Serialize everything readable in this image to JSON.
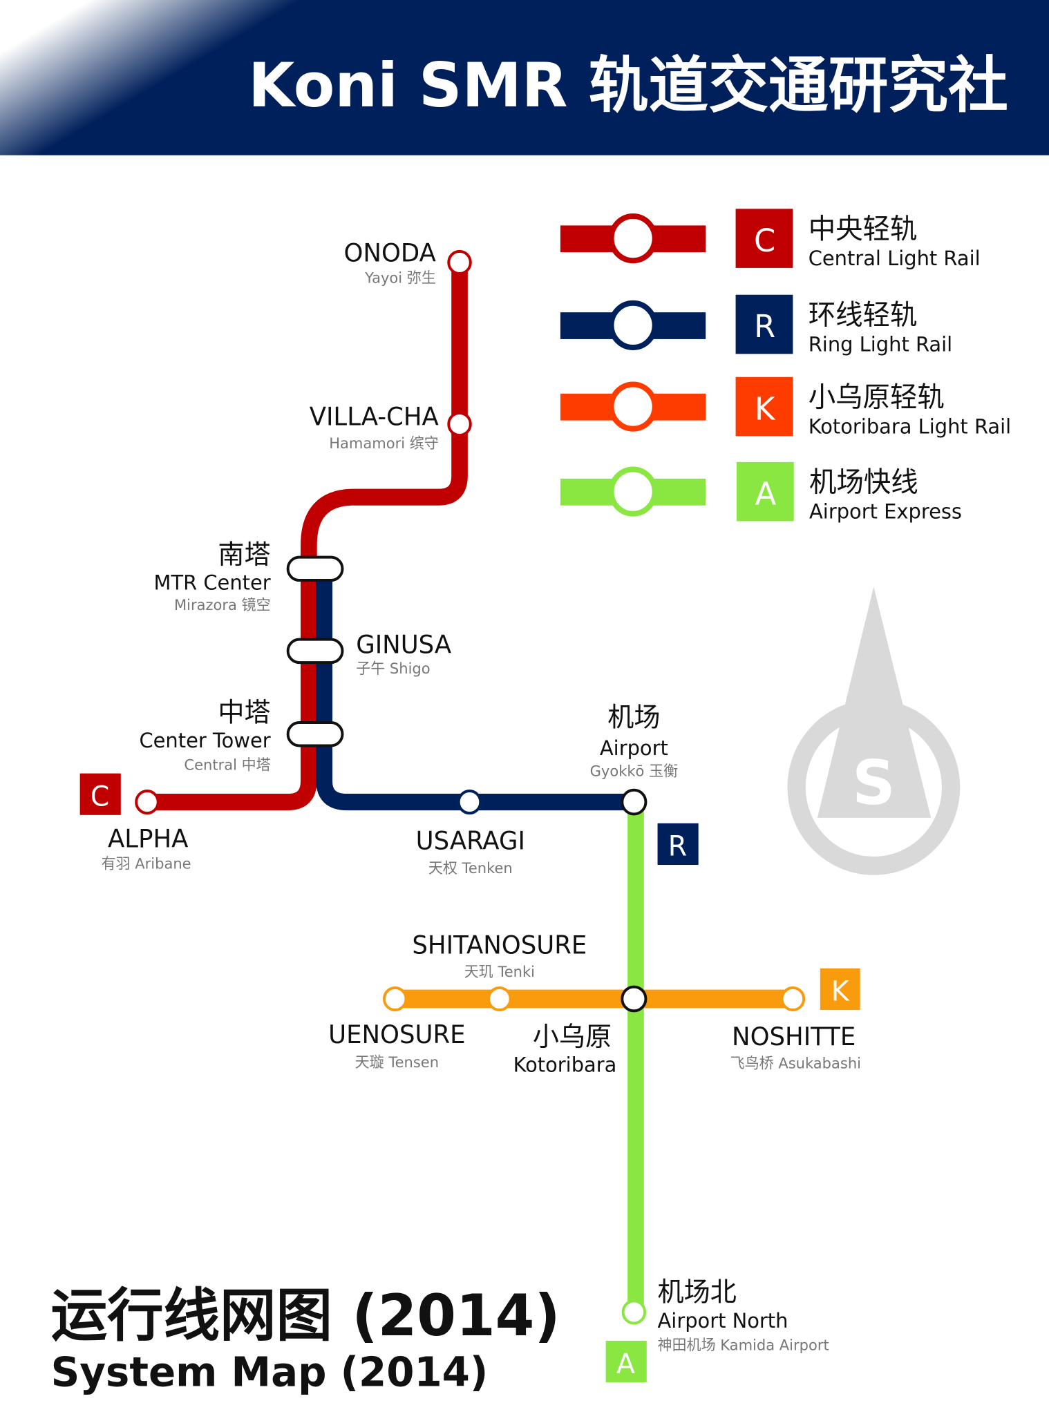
{
  "header": {
    "title": "Koni SMR 轨道交通研究社"
  },
  "colors": {
    "central": "#c00000",
    "ring": "#00205b",
    "kotoribara_legend": "#ff3c00",
    "kotoribara_line": "#f89c0e",
    "airport": "#8ae640",
    "header": "#00205b",
    "compass": "#d9d9d9"
  },
  "legend": [
    {
      "code": "C",
      "name_cn": "中央轻轨",
      "name_en": "Central Light Rail"
    },
    {
      "code": "R",
      "name_cn": "环线轻轨",
      "name_en": "Ring Light Rail"
    },
    {
      "code": "K",
      "name_cn": "小乌原轻轨",
      "name_en": "Kotoribara Light Rail"
    },
    {
      "code": "A",
      "name_cn": "机场快线",
      "name_en": "Airport Express"
    }
  ],
  "stations": {
    "onoda": {
      "name": "ONODA",
      "sub": "Yayoi 弥生"
    },
    "villacha": {
      "name": "VILLA-CHA",
      "sub": "Hamamori 缤守"
    },
    "nanta": {
      "cn": "南塔",
      "en": "MTR Center",
      "sub": "Mirazora 镜空"
    },
    "ginusa": {
      "name": "GINUSA",
      "sub": "子午 Shigo"
    },
    "zhongta": {
      "cn": "中塔",
      "en": "Center Tower",
      "sub": "Central 中塔"
    },
    "alpha": {
      "name": "ALPHA",
      "sub": "有羽 Aribane"
    },
    "usaragi": {
      "name": "USARAGI",
      "sub": "天权 Tenken"
    },
    "airport": {
      "cn": "机场",
      "en": "Airport",
      "sub": "Gyokkō 玉衡"
    },
    "shitanosure": {
      "name": "SHITANOSURE",
      "sub": "天玑 Tenki"
    },
    "uenosure": {
      "name": "UENOSURE",
      "sub": "天璇 Tensen"
    },
    "kotoribara": {
      "cn": "小乌原",
      "en": "Kotoribara"
    },
    "noshitte": {
      "name": "NOSHITTE",
      "sub": "飞鸟桥 Asukabashi"
    },
    "airport_north": {
      "cn": "机场北",
      "en": "Airport North",
      "sub": "神田机场 Kamida Airport"
    }
  },
  "badges": {
    "c": "C",
    "r": "R",
    "k": "K",
    "a": "A"
  },
  "compass": {
    "letter": "S"
  },
  "footer": {
    "title_cn": "运行线网图 (2014)",
    "title_en": "System Map (2014)"
  }
}
